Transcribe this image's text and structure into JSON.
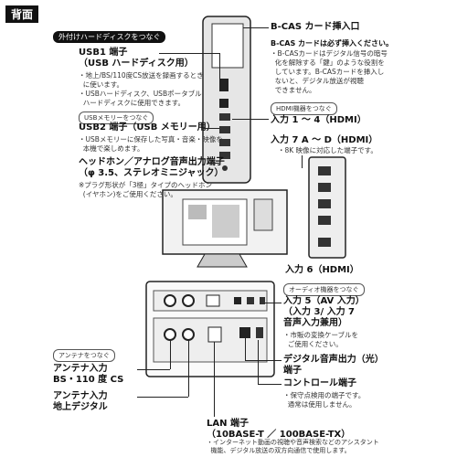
{
  "header": {
    "title": "背面"
  },
  "left": {
    "hdd_pill": "外付けハードディスクをつなぐ",
    "usb1_title": "USB1 端子",
    "usb1_sub": "（USB ハードディスク用）",
    "usb1_note": "・地上/BS/110度CS放送を録画するとき\n  に使います。\n・USBハードディスク、USBポータブル\n  ハードディスクに使用できます。",
    "usbmem_tag": "USBメモリーをつなぐ",
    "usb2_title": "USB2 端子（USB メモリー用）",
    "usb2_note": "・USBメモリーに保存した写真・音楽・映像を\n  本機で楽しめます。",
    "hp_title": "ヘッドホン／アナログ音声出力端子",
    "hp_sub": "（φ 3.5、ステレオミニジャック）",
    "hp_note": "※プラグ形状が「3極」タイプのヘッドホン\n  (イヤホン)をご使用ください。",
    "antenna_tag": "アンテナをつなぐ",
    "ant_bs_title": "アンテナ入力",
    "ant_bs_sub": "BS・110 度 CS",
    "ant_t_title": "アンテナ入力",
    "ant_t_sub": "地上デジタル"
  },
  "right": {
    "bcas_title": "B-CAS カード挿入口",
    "bcas_head": "B-CAS カードは必ず挿入ください。",
    "bcas_note": "・B-CASカードはデジタル信号の暗号\n  化を解除する「鍵」のような役割を\n  しています。B-CASカードを挿入し\n  ないと、デジタル放送が視聴\n  できません。",
    "hdmi_tag": "HDMI機器をつなぐ",
    "in1_4": "入力 1 ～ 4（HDMI）",
    "in7": "入力 7 A ～ D（HDMI）",
    "in7_note": "・8K 映像に対応した端子です。",
    "in6": "入力 6（HDMI）",
    "audio_tag": "オーディオ機器をつなぐ",
    "in5_title": "入力 5（AV 入力）",
    "in5_sub1": "（入力 3/ 入力 7",
    "in5_sub2": "音声入力兼用）",
    "in5_note": "・市販の変換ケーブルを\n  ご使用ください。",
    "optical": "デジタル音声出力（光）",
    "optical_sub": "端子",
    "control": "コントロール端子",
    "control_note": "・保守点検用の端子です。\n  通常は使用しません。",
    "lan_title": "LAN 端子",
    "lan_sub": "（10BASE-T ／ 100BASE-TX）",
    "lan_note": "・インターネット動画の視聴や音声検索などのアシスタント\n  機能、デジタル放送の双方向通信で使用します。"
  }
}
